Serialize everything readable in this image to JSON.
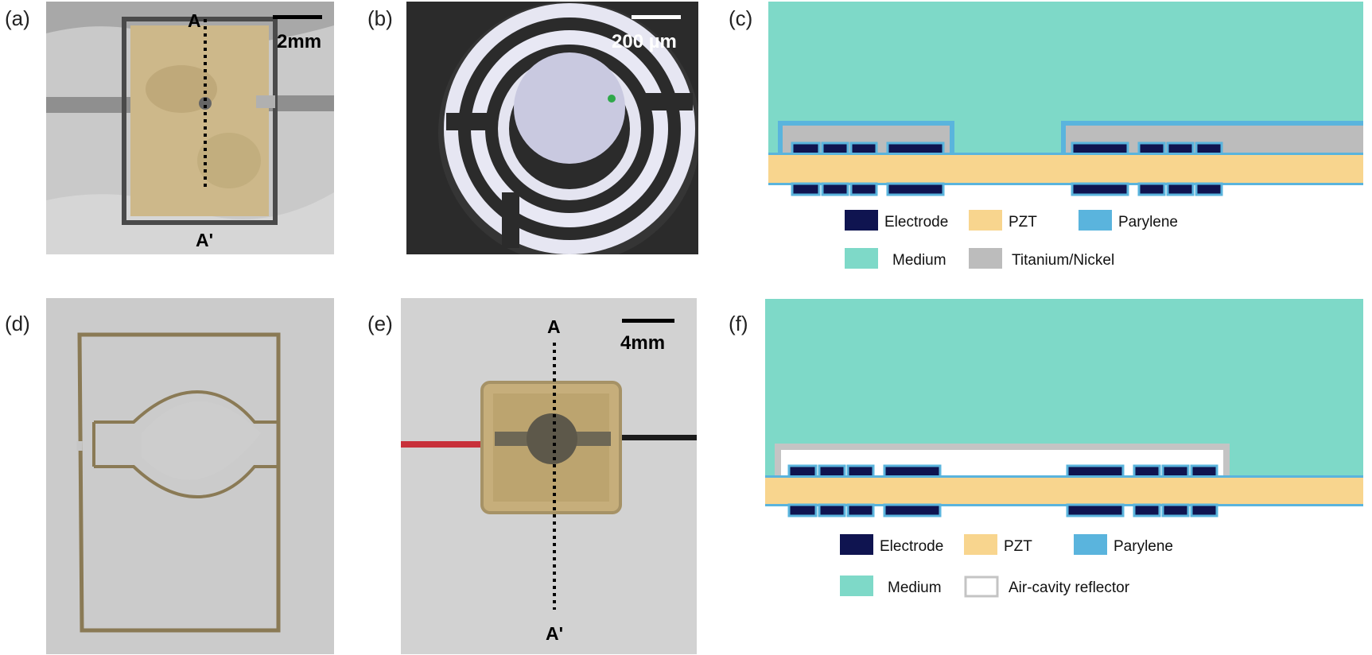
{
  "panels": {
    "a": {
      "label": "(a)",
      "scale_bar": "2mm",
      "marker_top": "A",
      "marker_bottom": "A'"
    },
    "b": {
      "label": "(b)",
      "scale_bar": "200 µm"
    },
    "c": {
      "label": "(c)"
    },
    "d": {
      "label": "(d)"
    },
    "e": {
      "label": "(e)",
      "scale_bar": "4mm",
      "marker_top": "A",
      "marker_bottom": "A'"
    },
    "f": {
      "label": "(f)"
    }
  },
  "legend_c": {
    "electrode": "Electrode",
    "pzt": "PZT",
    "parylene": "Parylene",
    "medium": "Medium",
    "titanium_nickel": "Titanium/Nickel"
  },
  "legend_f": {
    "electrode": "Electrode",
    "pzt": "PZT",
    "parylene": "Parylene",
    "medium": "Medium",
    "air_cavity": "Air-cavity reflector"
  },
  "colors": {
    "electrode": "#0f1450",
    "pzt": "#f8d58e",
    "parylene": "#5ab4dd",
    "medium": "#7ed9c8",
    "titanium_nickel": "#bcbcbc",
    "air_cavity_outline": "#c4c4c4"
  }
}
